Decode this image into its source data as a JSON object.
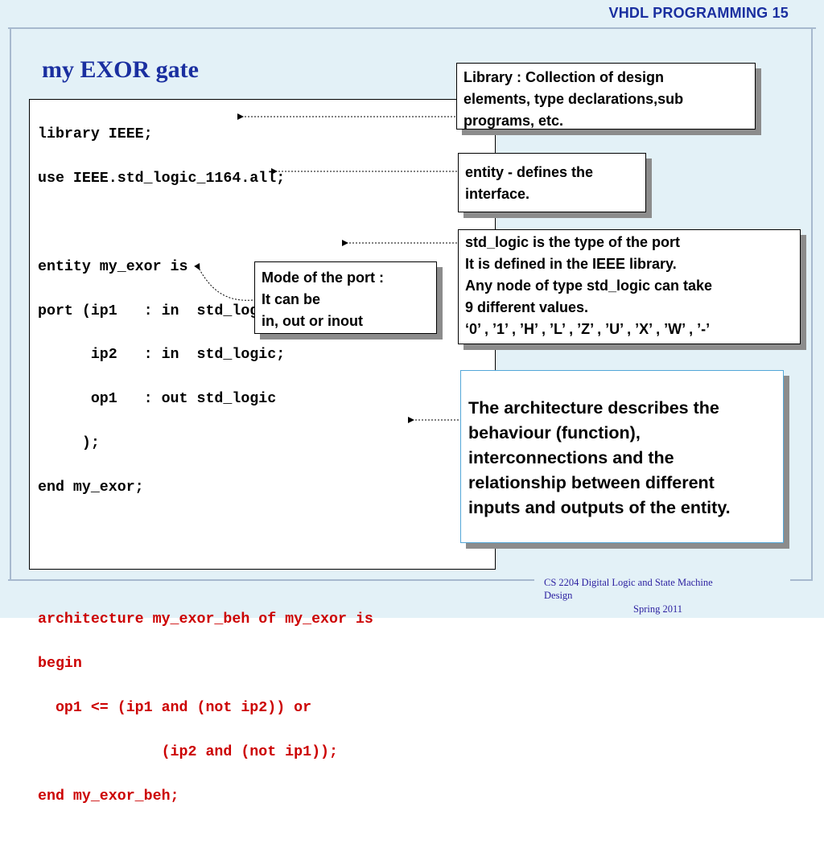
{
  "header": {
    "text": "VHDL PROGRAMMING    15"
  },
  "title": "my EXOR gate",
  "code": {
    "lines": [
      "library IEEE;",
      "use IEEE.std_logic_1164.all;",
      "",
      "entity my_exor is",
      "port (ip1   : in  std_logic;",
      "      ip2   : in  std_logic;",
      "      op1   : out std_logic",
      "     );",
      "end my_exor;",
      "",
      "",
      "architecture my_exor_beh of my_exor is",
      "begin",
      "  op1 <= (ip1 and (not ip2)) or",
      "              (ip2 and (not ip1));",
      "end my_exor_beh;"
    ],
    "highlight_color": "#cc0000"
  },
  "callouts": {
    "library": [
      "Library : Collection of design",
      "elements, type declarations,sub",
      "programs, etc."
    ],
    "entity": [
      "entity - defines the",
      "interface."
    ],
    "std_logic": [
      "std_logic is the type of the port",
      "It is defined in the IEEE library.",
      "Any node of type std_logic can take",
      "9 different values.",
      "‘0’ , ’1’ , ’H’ , ’L’ , ’Z’ , ’U’ , ’X’ , ’W’ , ’-’"
    ],
    "mode": [
      "Mode of the port :",
      "It can be",
      "in, out or inout"
    ],
    "architecture": [
      "The architecture describes the",
      "behaviour (function),",
      "interconnections and the",
      "relationship between different",
      "inputs and outputs of the entity."
    ]
  },
  "footer": {
    "course": "CS 2204 Digital Logic and State Machine",
    "course_cont": "Design",
    "term": "Spring 2011"
  },
  "colors": {
    "title": "#1a2fa0",
    "background": "#e3f1f7",
    "code_highlight": "#cc0000"
  }
}
